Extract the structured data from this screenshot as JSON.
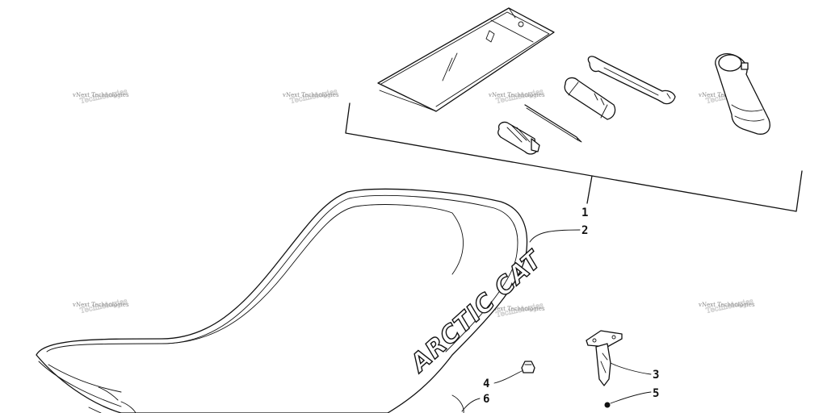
{
  "watermark": {
    "text": "vNext Technologies",
    "back_text": "Technologies"
  },
  "brand_text": "ARCTIC CAT",
  "callouts": [
    {
      "id": "1",
      "label": "1"
    },
    {
      "id": "2",
      "label": "2"
    },
    {
      "id": "3",
      "label": "3"
    },
    {
      "id": "4",
      "label": "4"
    },
    {
      "id": "5",
      "label": "5"
    },
    {
      "id": "6",
      "label": "6"
    }
  ]
}
